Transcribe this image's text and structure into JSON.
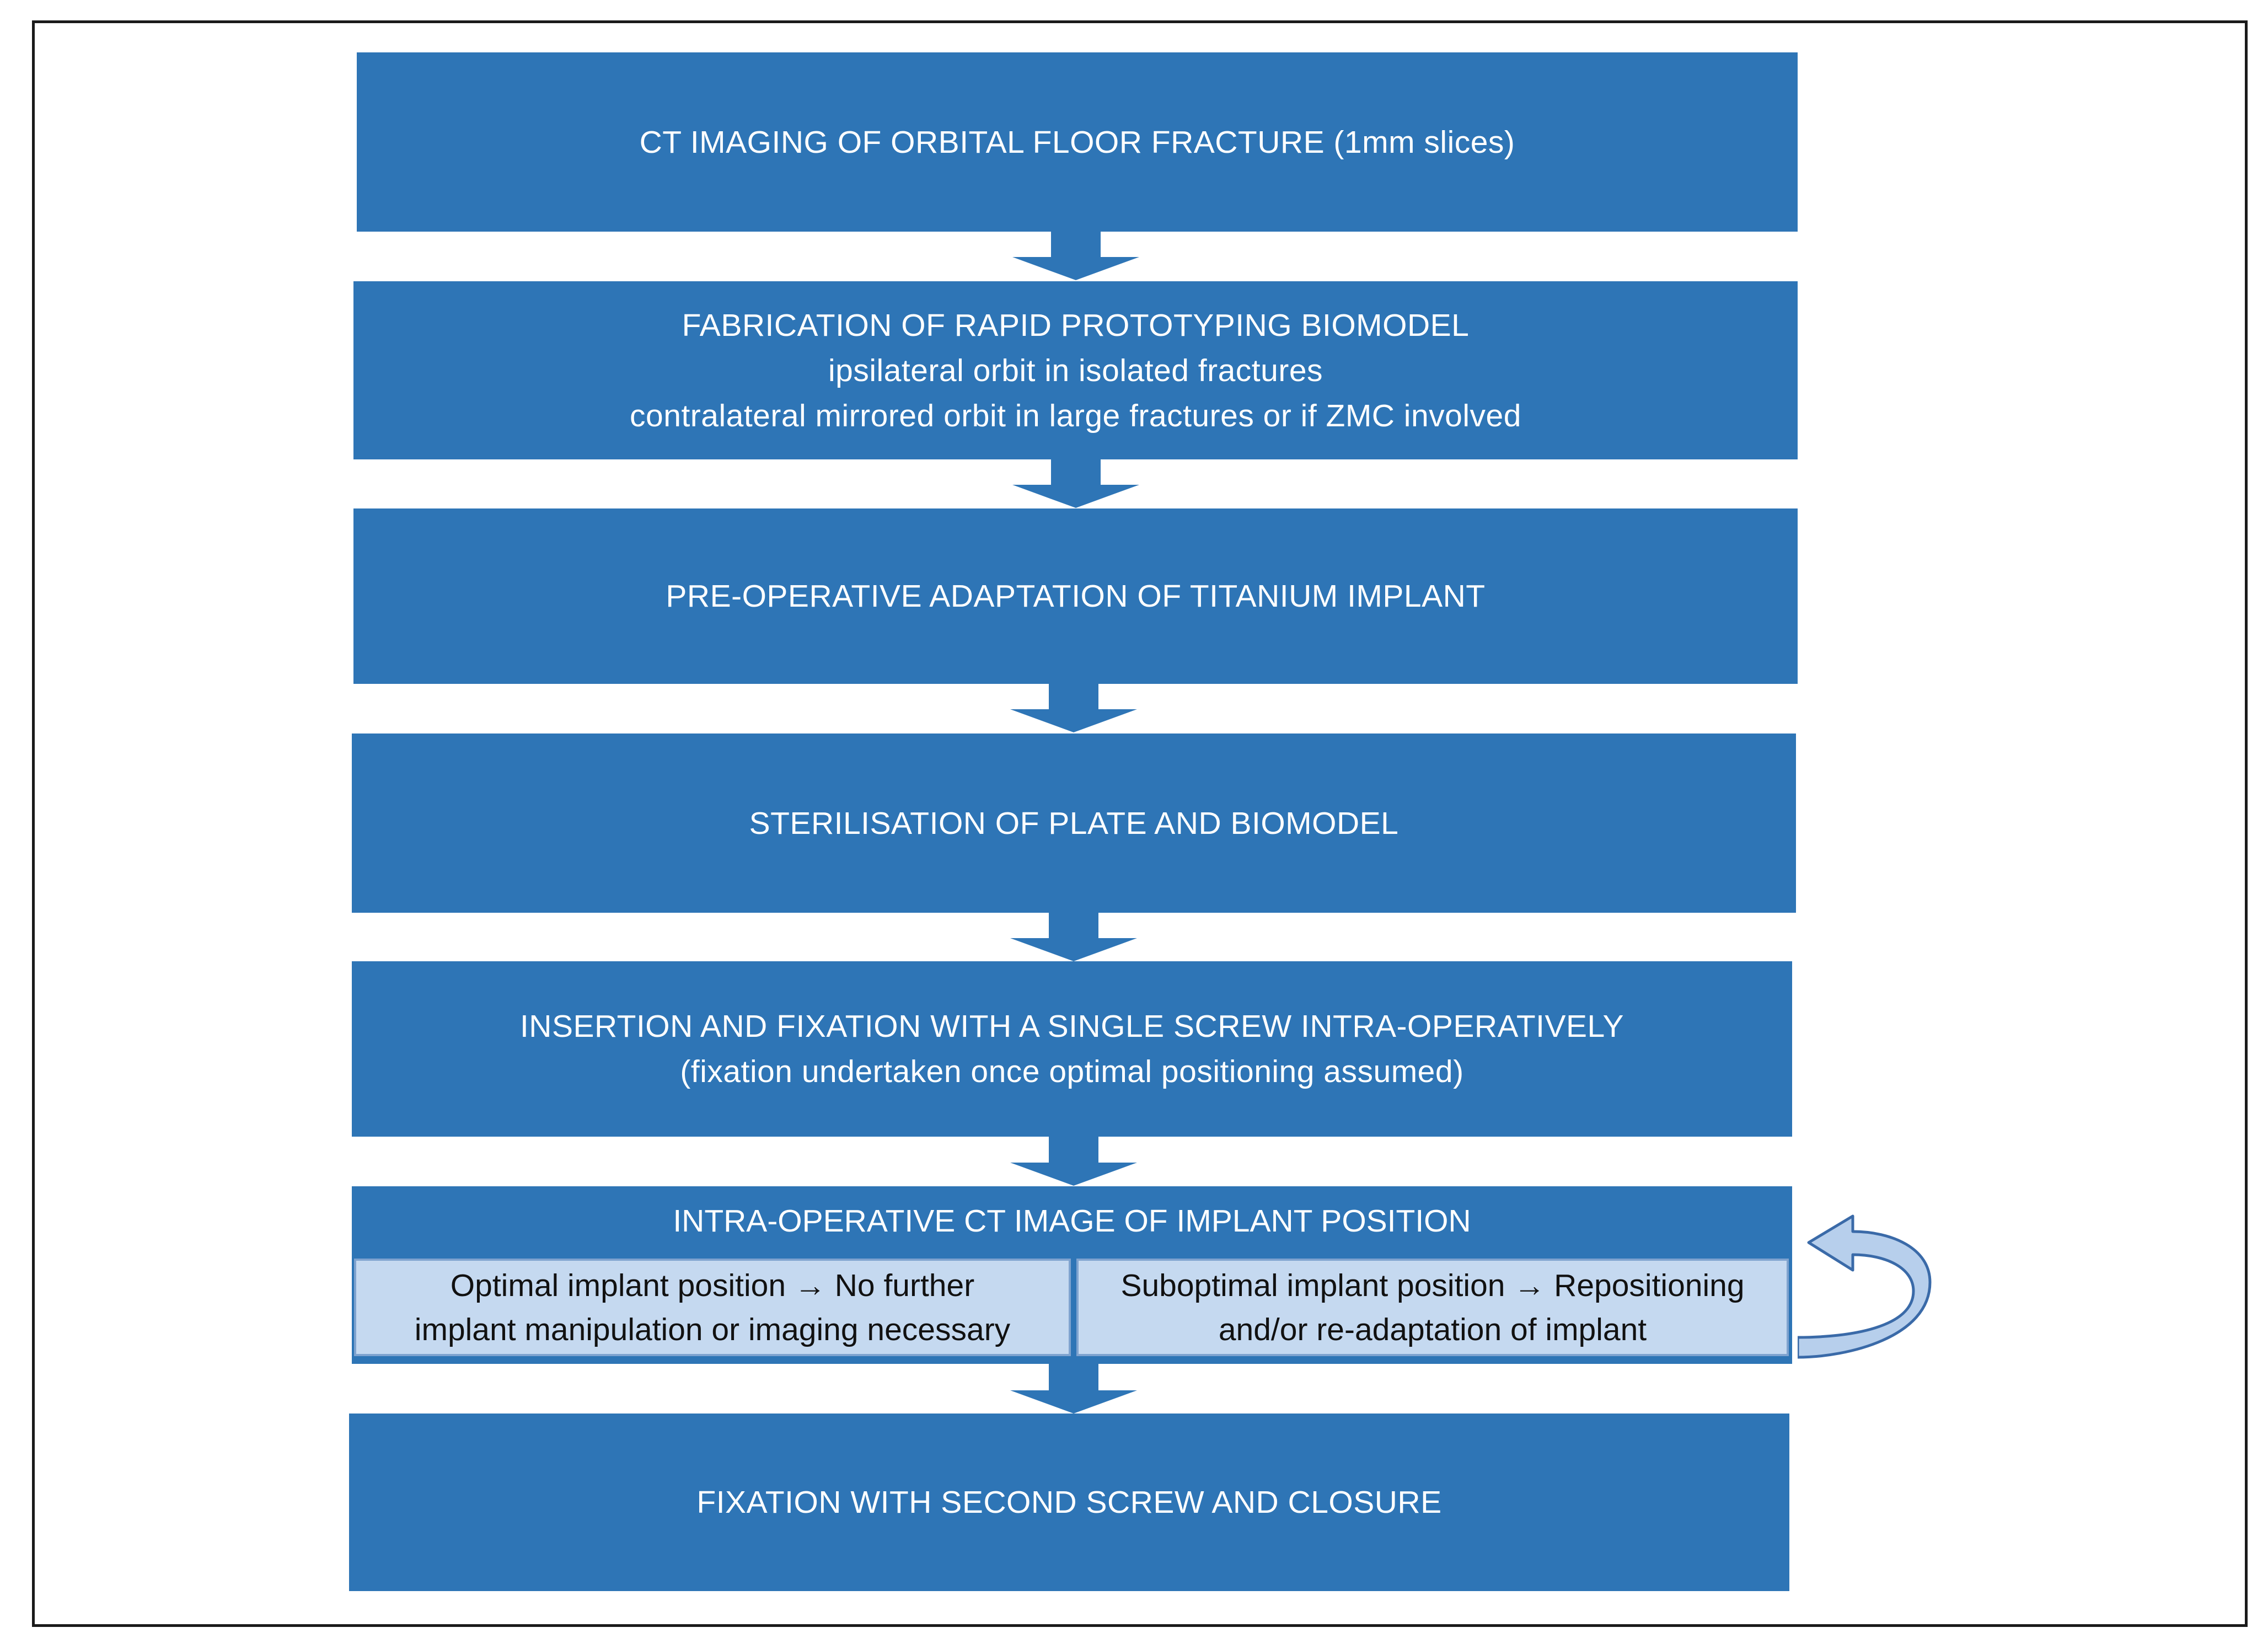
{
  "steps": [
    {
      "lines": [
        "CT IMAGING  OF ORBITAL FLOOR FRACTURE (1mm slices)"
      ]
    },
    {
      "lines": [
        "FABRICATION OF RAPID PROTOTYPING BIOMODEL",
        "ipsilateral orbit in isolated fractures",
        "contralateral mirrored  orbit  in large fractures or  if ZMC involved"
      ]
    },
    {
      "lines": [
        "PRE-OPERATIVE ADAPTATION OF TITANIUM  IMPLANT"
      ]
    },
    {
      "lines": [
        "STERILISATION OF PLATE AND BIOMODEL"
      ]
    },
    {
      "lines": [
        "INSERTION AND FIXATION WITH A SINGLE SCREW INTRA-OPERATIVELY",
        "(fixation undertaken  once  optimal positioning  assumed)"
      ]
    },
    {
      "lines": [
        "FIXATION WITH SECOND SCREW AND CLOSURE"
      ]
    }
  ],
  "decision": {
    "title": "INTRA-OPERATIVE CT IMAGE  OF IMPLANT  POSITION",
    "option_optimal": [
      "Optimal implant position → No further",
      "implant manipulation or imaging necessary"
    ],
    "option_suboptimal": [
      "Suboptimal  implant position → Repositioning",
      "and/or re-adaptation of implant"
    ]
  },
  "colors": {
    "box_fill": "#2e75b6",
    "option_fill": "#c5d9f0",
    "loop_arrow_fill": "#b7cfec",
    "loop_arrow_stroke": "#3a6aa8"
  }
}
